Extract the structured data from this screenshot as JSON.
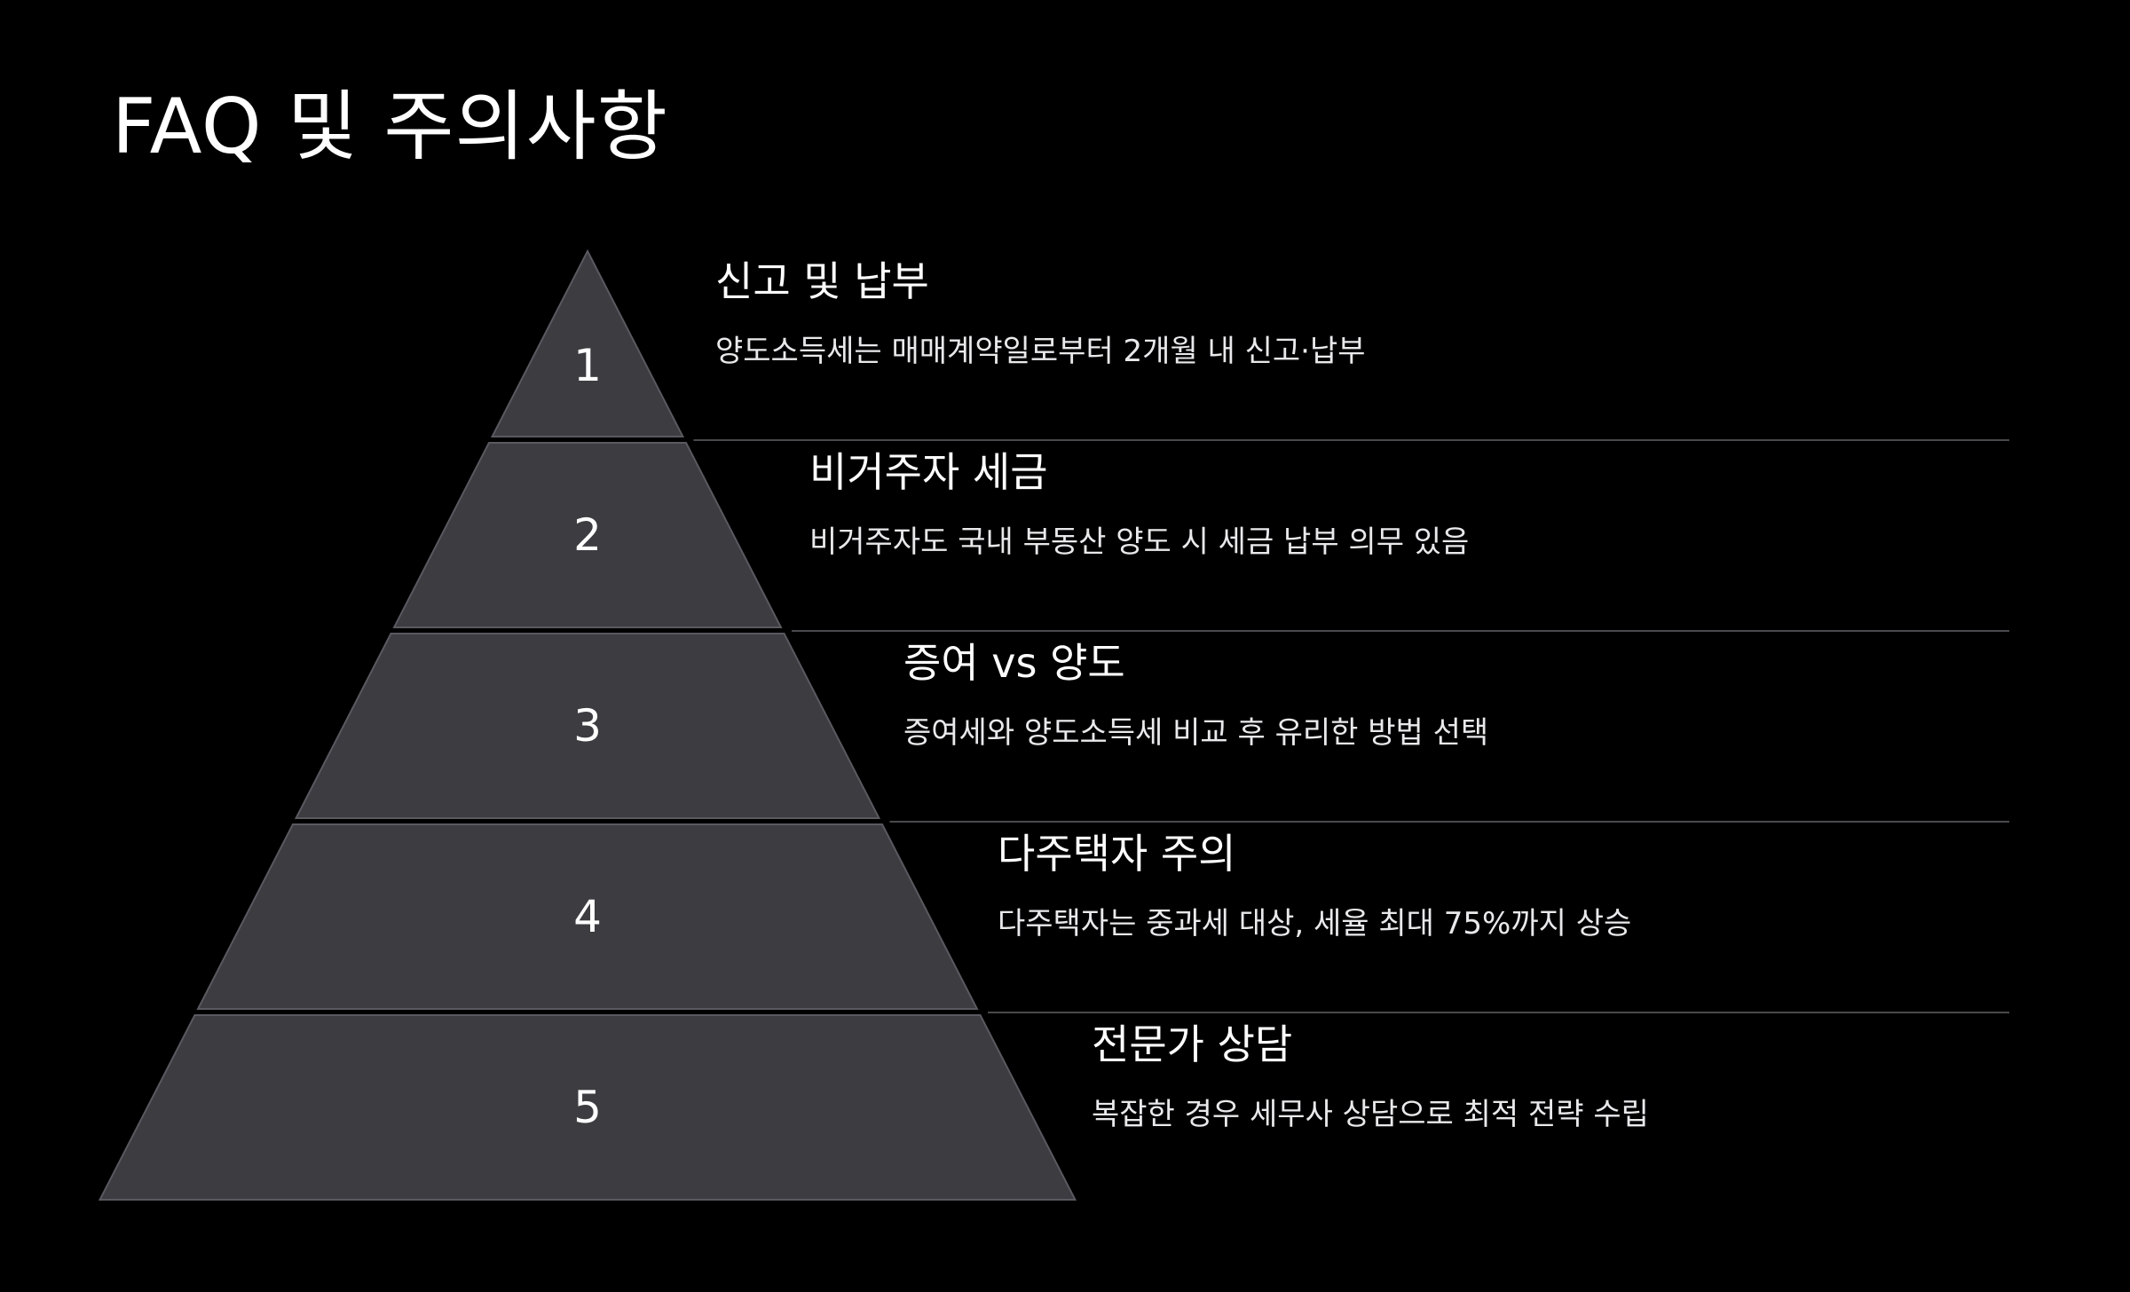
{
  "title": "FAQ 및 주의사항",
  "colors": {
    "background": "#000000",
    "tier_fill": "#3d3c41",
    "tier_stroke": "#5a5960",
    "divider": "#4a4a4e",
    "text": "#ffffff"
  },
  "steps": [
    {
      "number": "1",
      "title": "신고 및 납부",
      "description": "양도소득세는 매매계약일로부터 2개월 내 신고·납부"
    },
    {
      "number": "2",
      "title": "비거주자 세금",
      "description": "비거주자도 국내 부동산 양도 시 세금 납부 의무 있음"
    },
    {
      "number": "3",
      "title": "증여 vs 양도",
      "description": "증여세와 양도소득세 비교 후 유리한 방법 선택"
    },
    {
      "number": "4",
      "title": "다주택자 주의",
      "description": "다주택자는 중과세 대상, 세율 최대 75%까지 상승"
    },
    {
      "number": "5",
      "title": "전문가 상담",
      "description": "복잡한 경우 세무사 상담으로 최적 전략 수립"
    }
  ]
}
